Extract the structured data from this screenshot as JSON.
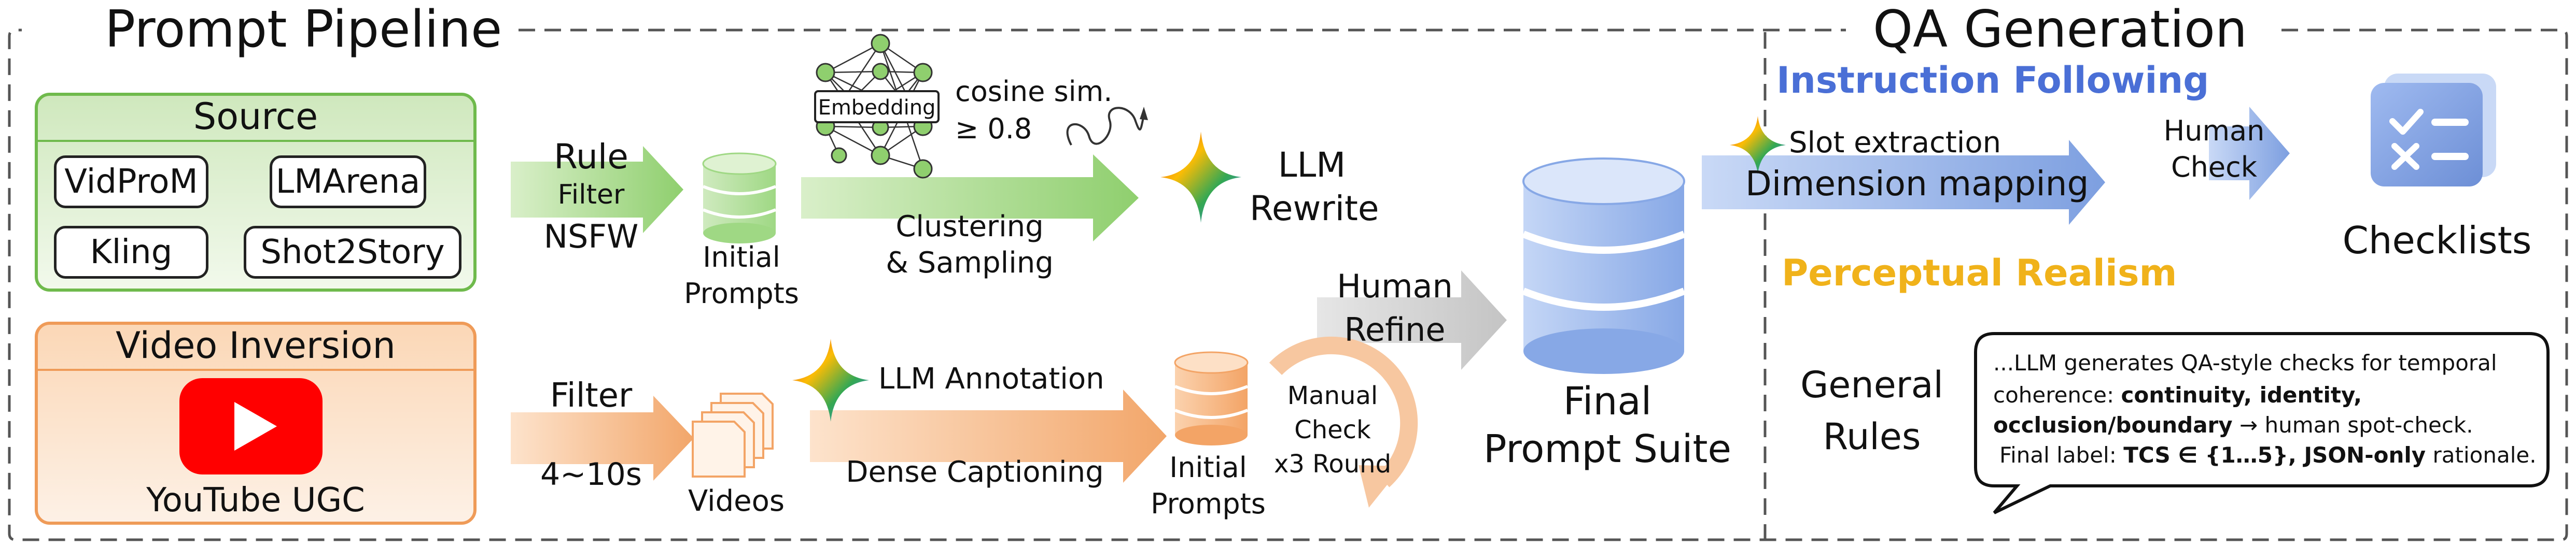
{
  "titles": {
    "prompt_pipeline": "Prompt Pipeline",
    "qa_generation": "QA Generation"
  },
  "source": {
    "title": "Source",
    "items": [
      "VidProM",
      "LMArena",
      "Kling",
      "Shot2Story"
    ]
  },
  "video_inversion": {
    "title": "Video Inversion",
    "caption": "YouTube UGC"
  },
  "top_row": {
    "rule_filter": [
      "Rule",
      "Filter",
      "NSFW"
    ],
    "initial_prompts": [
      "Initial",
      "Prompts"
    ],
    "embedding": "Embedding",
    "cosine": [
      "cosine sim.",
      "≥ 0.8"
    ],
    "clustering": [
      "Clustering",
      "& Sampling"
    ],
    "llm_rewrite": [
      "LLM",
      "Rewrite"
    ]
  },
  "bottom_row": {
    "filter": [
      "Filter",
      "4~10s"
    ],
    "videos": "Videos",
    "llm_annotation": "LLM Annotation",
    "dense_captioning": "Dense Captioning",
    "initial_prompts": [
      "Initial",
      "Prompts"
    ],
    "manual_check": [
      "Manual",
      "Check",
      "x3 Round"
    ]
  },
  "human_refine": [
    "Human",
    "Refine"
  ],
  "final_suite": [
    "Final",
    "Prompt Suite"
  ],
  "qa": {
    "instruction_following": "Instruction Following",
    "slot_extraction": "Slot extraction",
    "dimension_mapping": "Dimension mapping",
    "human_check": [
      "Human",
      "Check"
    ],
    "checklists": "Checklists",
    "perceptual_realism": "Perceptual Realism",
    "general_rules": [
      "General",
      "Rules"
    ],
    "bubble": {
      "l1": "...LLM generates QA-style checks for temporal",
      "l2a": "coherence: ",
      "l2b": "continuity, identity,",
      "l3a": "occlusion/boundary",
      "l3b": " → human spot-check.",
      "l4a": "Final label: ",
      "l4b": "TCS ∈ {1…5}, JSON-only",
      "l4c": " rationale."
    }
  },
  "colors": {
    "green": "#8fcf6e",
    "green_fill": "#e2f3d6",
    "orange": "#f2a66a",
    "orange_fill": "#fde7d4",
    "blue": "#6d8fd6",
    "blue_fill": "#a9c2f0",
    "gray": "#cccccc",
    "if_title": "#4a6fd6",
    "pr_title": "#f0b21a",
    "youtube": "#ff0000"
  }
}
